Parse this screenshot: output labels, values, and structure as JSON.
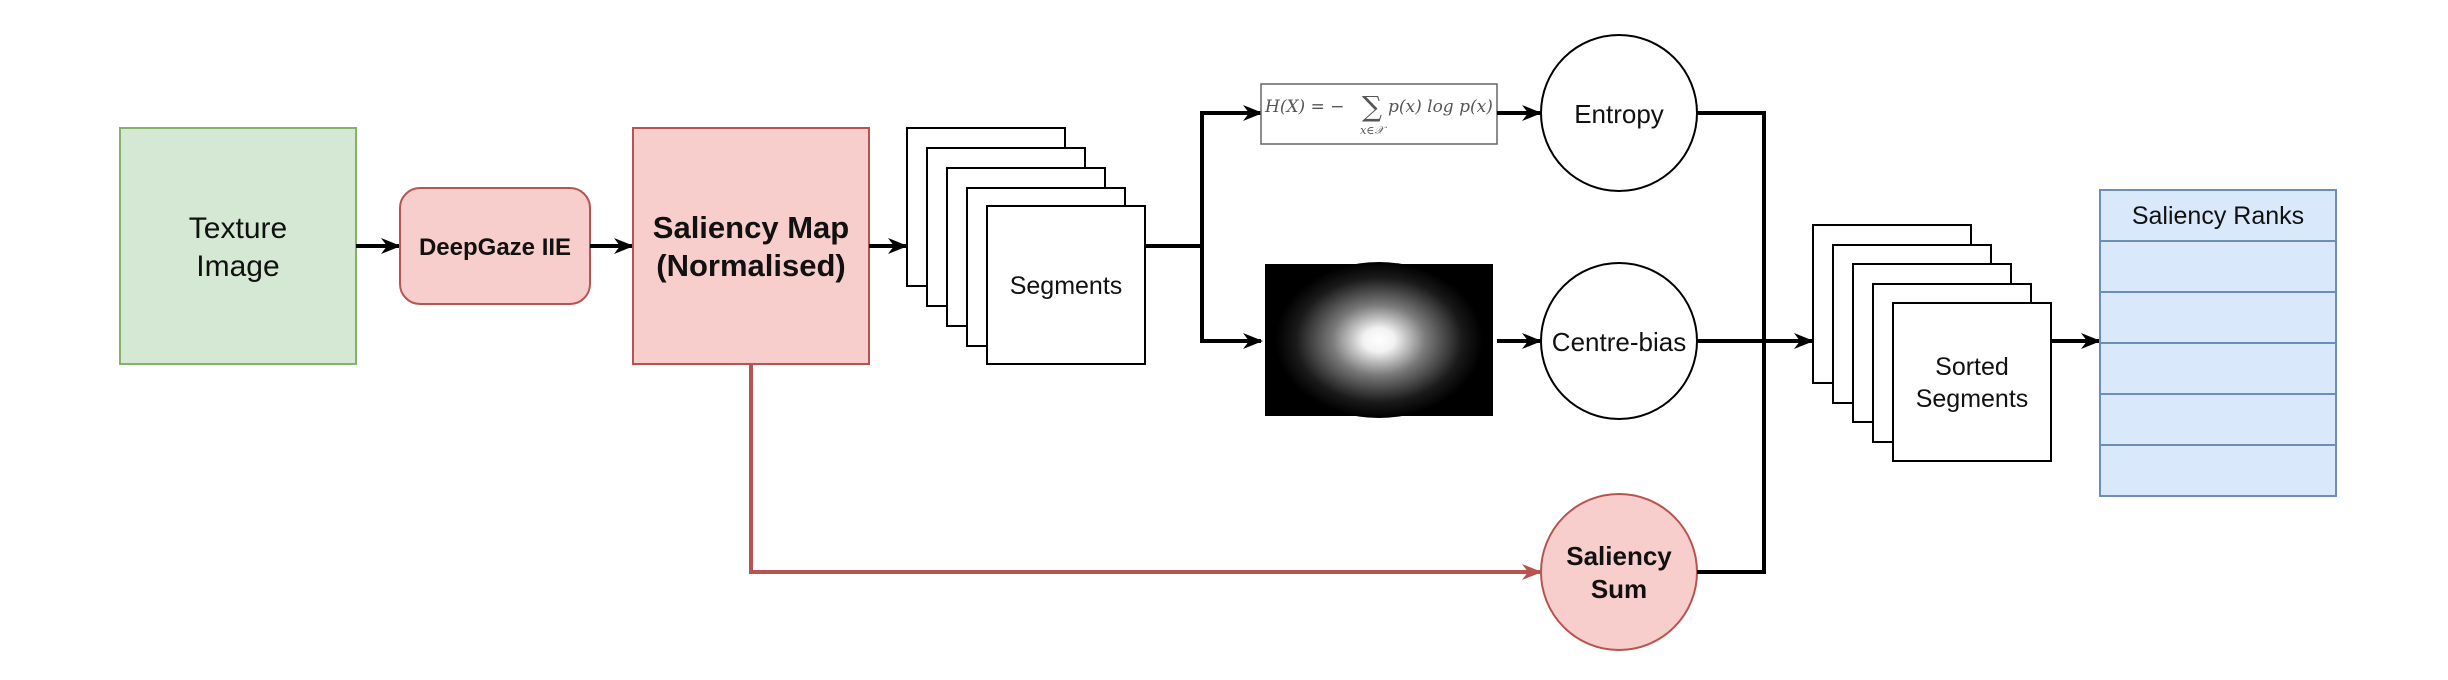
{
  "diagram": {
    "texture_image": {
      "line1": "Texture",
      "line2": "Image"
    },
    "deepgaze": "DeepGaze IIE",
    "saliency_map": {
      "line1": "Saliency Map",
      "line2": "(Normalised)"
    },
    "segments": "Segments",
    "entropy_formula": {
      "lhs": "H(X) = −",
      "sum": "∑",
      "sub": "x∈𝒳",
      "rhs": "p(x) log p(x)"
    },
    "entropy": "Entropy",
    "centre_bias": "Centre-bias",
    "saliency_sum": {
      "line1": "Saliency",
      "line2": "Sum"
    },
    "sorted_segments": {
      "line1": "Sorted",
      "line2": "Segments"
    },
    "saliency_ranks": {
      "header": "Saliency Ranks",
      "rows": [
        "",
        "",
        "",
        "",
        ""
      ]
    }
  },
  "colors": {
    "green_fill": "#d5e8d4",
    "green_stroke": "#82b366",
    "red_fill": "#f8cecc",
    "red_stroke": "#b85450",
    "blue_fill": "#dae8fc",
    "blue_stroke": "#6c8ebf",
    "arrow": "#000000",
    "red_arrow": "#b85450"
  }
}
